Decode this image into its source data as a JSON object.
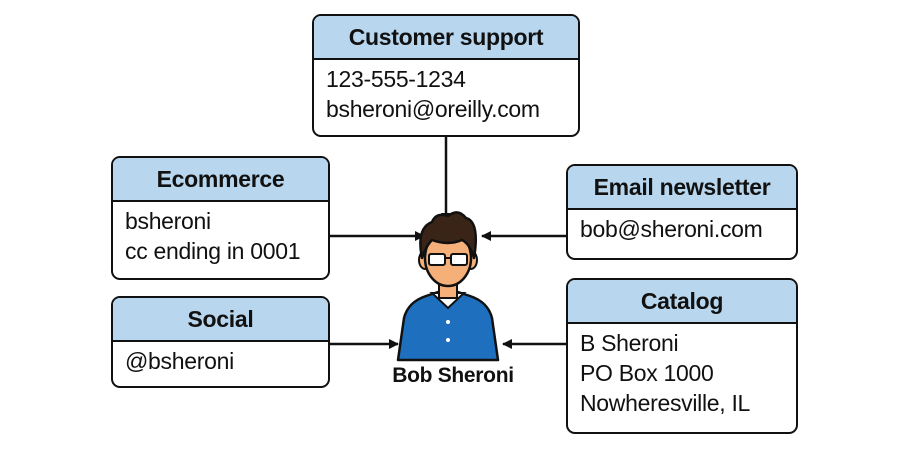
{
  "person": {
    "name": "Bob Sheroni"
  },
  "sources": {
    "customer_support": {
      "title": "Customer support",
      "lines": [
        "123-555-1234",
        "bsheroni@oreilly.com"
      ]
    },
    "ecommerce": {
      "title": "Ecommerce",
      "lines": [
        "bsheroni",
        "cc ending in 0001"
      ]
    },
    "social": {
      "title": "Social",
      "lines": [
        "@bsheroni"
      ]
    },
    "email_newsletter": {
      "title": "Email newsletter",
      "lines": [
        "bob@sheroni.com"
      ]
    },
    "catalog": {
      "title": "Catalog",
      "lines": [
        "B Sheroni",
        "PO Box 1000",
        "Nowheresville, IL"
      ]
    }
  },
  "colors": {
    "header_fill": "#b8d6ee",
    "shirt": "#1f6fbf",
    "skin": "#f5b07a",
    "hair": "#3a2418",
    "outline": "#111111"
  }
}
